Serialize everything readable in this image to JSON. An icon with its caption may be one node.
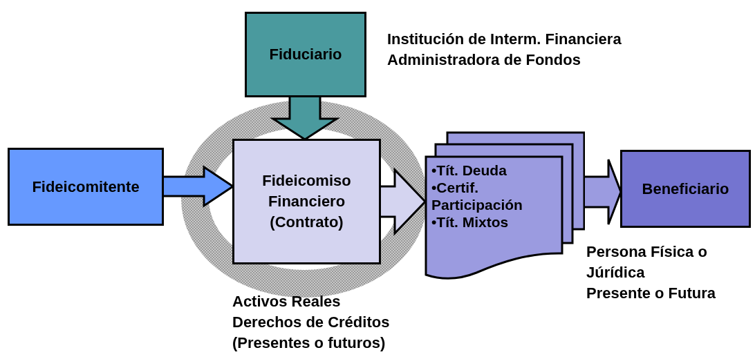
{
  "diagram": {
    "nodes": [
      {
        "text": [
          "Fiduciario"
        ],
        "beside": [
          "Institución de Interm. Financiera",
          "Administradora de Fondos"
        ]
      },
      {
        "text": [
          "Fideicomitente"
        ]
      },
      {
        "text": [
          "Fideicomiso Financiero (Contrato)"
        ],
        "beside": [
          "Activos Reales",
          "Derechos de Créditos",
          "(Presentes o futuros)"
        ]
      },
      {
        "text": [
          "•Tít. Deuda",
          "•Certif. Participación",
          "•Tít. Mixtos"
        ]
      },
      {
        "text": [
          "Beneficiario"
        ],
        "beside": [
          "Persona Física o Júrídica",
          "Presente o Futura"
        ]
      }
    ],
    "edges": [
      {
        "from": 0,
        "to": 2,
        "arrow": "to"
      },
      {
        "from": 1,
        "to": 2,
        "arrow": "to"
      },
      {
        "from": 2,
        "to": 3,
        "arrow": "to"
      },
      {
        "from": 3,
        "to": 4,
        "arrow": "to"
      }
    ]
  }
}
